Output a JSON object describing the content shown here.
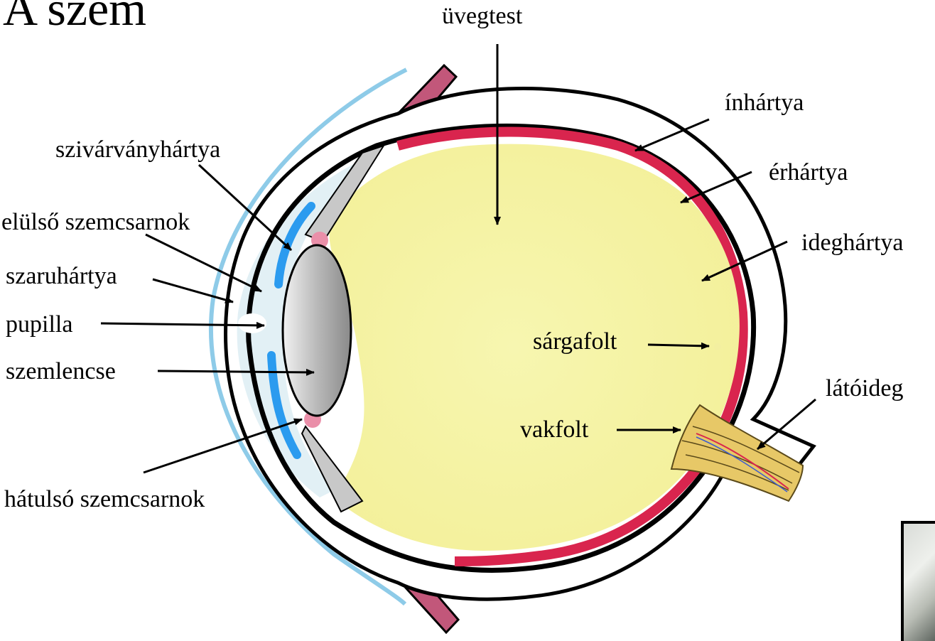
{
  "title": "A szem",
  "labels": {
    "uvegtest": "üvegtest",
    "inhartya": "ínhártya",
    "erhartya": "érhártya",
    "ideghartya": "ideghártya",
    "szivarvanyhartya": "szivárványhártya",
    "elulso_szemcsarnok": "elülső szemcsarnok",
    "szaruhartya": "szaruhártya",
    "pupilla": "pupilla",
    "szemlencse": "szemlencse",
    "hatulso_szemcsarnok": "hátulsó szemcsarnok",
    "sargafolt": "sárgafolt",
    "vakfolt": "vakfolt",
    "latoideg": "látóideg"
  },
  "colors": {
    "vitreous": "#f6f4a4",
    "choroid": "#d9254e",
    "sclera": "#ffffff",
    "outline": "#000000",
    "iris": "#2b9bef",
    "cornea_edge": "#8ecbe8",
    "nerve": "#e7c867",
    "muscle": "#c2577a"
  },
  "images": {
    "thumbnail_partial": "photo-thumbnail"
  }
}
